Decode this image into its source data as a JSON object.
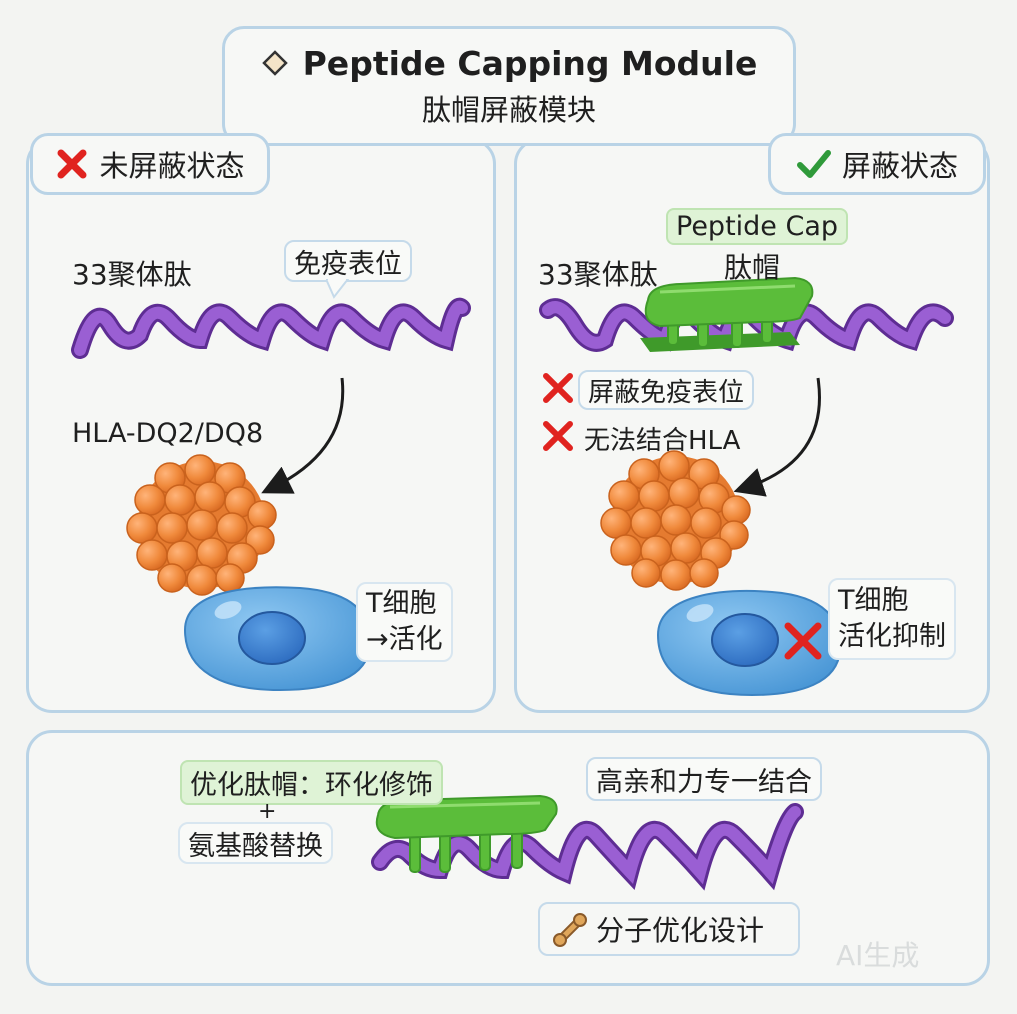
{
  "header": {
    "title_en": "Peptide Capping Module",
    "title_cn": "肽帽屏蔽模块"
  },
  "left_panel": {
    "status": "未屏蔽状态",
    "peptide_label": "33聚体肽",
    "epitope_label": "免疫表位",
    "hla_label": "HLA-DQ2/DQ8",
    "tcell_line1": "T细胞",
    "tcell_line2": "→活化"
  },
  "right_panel": {
    "status": "屏蔽状态",
    "cap_label_en": "Peptide Cap",
    "cap_label_cn": "肽帽",
    "peptide_label": "33聚体肽",
    "effect1": "屏蔽免疫表位",
    "effect2": "无法结合HLA",
    "tcell_line1": "T细胞",
    "tcell_line2": "活化抑制"
  },
  "bottom_panel": {
    "opt_label": "优化肽帽：环化修饰",
    "plus": "+",
    "aa_label": "氨基酸替换",
    "affinity_label": "高亲和力专一结合",
    "design_label": "分子优化设计",
    "watermark": "AI生成"
  },
  "colors": {
    "border": "#b9d3e6",
    "peptide": "#8a4fc6",
    "cap": "#5bbd3a",
    "hla": "#f08a3c",
    "cell": "#5ea8e0",
    "cross": "#e0231f",
    "check": "#2f9a3a"
  },
  "icons": [
    "diamond-icon",
    "cross-icon",
    "check-icon",
    "wrench-icon",
    "arrow-icon"
  ]
}
